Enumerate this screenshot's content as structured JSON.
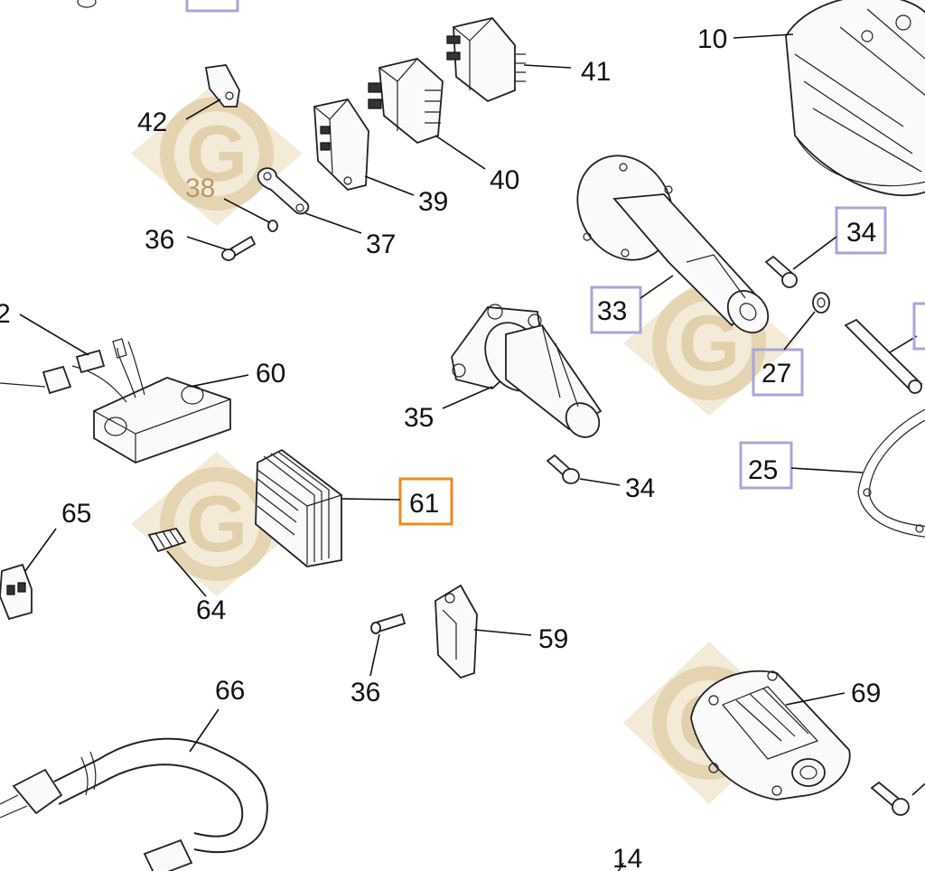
{
  "callouts": [
    {
      "id": "c10",
      "text": "10"
    },
    {
      "id": "c41",
      "text": "41"
    },
    {
      "id": "c42",
      "text": "42"
    },
    {
      "id": "c40",
      "text": "40"
    },
    {
      "id": "c39",
      "text": "39"
    },
    {
      "id": "c38",
      "text": "38"
    },
    {
      "id": "c37",
      "text": "37"
    },
    {
      "id": "c36a",
      "text": "36"
    },
    {
      "id": "c34a",
      "text": "34"
    },
    {
      "id": "c2",
      "text": "2"
    },
    {
      "id": "c60",
      "text": "60"
    },
    {
      "id": "c33",
      "text": "33"
    },
    {
      "id": "c27",
      "text": "27"
    },
    {
      "id": "c35",
      "text": "35"
    },
    {
      "id": "c34b",
      "text": "34"
    },
    {
      "id": "c25",
      "text": "25"
    },
    {
      "id": "c61",
      "text": "61"
    },
    {
      "id": "c65",
      "text": "65"
    },
    {
      "id": "c64",
      "text": "64"
    },
    {
      "id": "c59",
      "text": "59"
    },
    {
      "id": "c36b",
      "text": "36"
    },
    {
      "id": "c66",
      "text": "66"
    },
    {
      "id": "c69",
      "text": "69"
    },
    {
      "id": "c14",
      "text": "14"
    }
  ],
  "highlight": {
    "selected_part": "61",
    "selected_color": "#f08a1c",
    "reference_color": "#a9a6d8"
  },
  "watermark": {
    "letter": "G",
    "color": "#dcc69a"
  }
}
